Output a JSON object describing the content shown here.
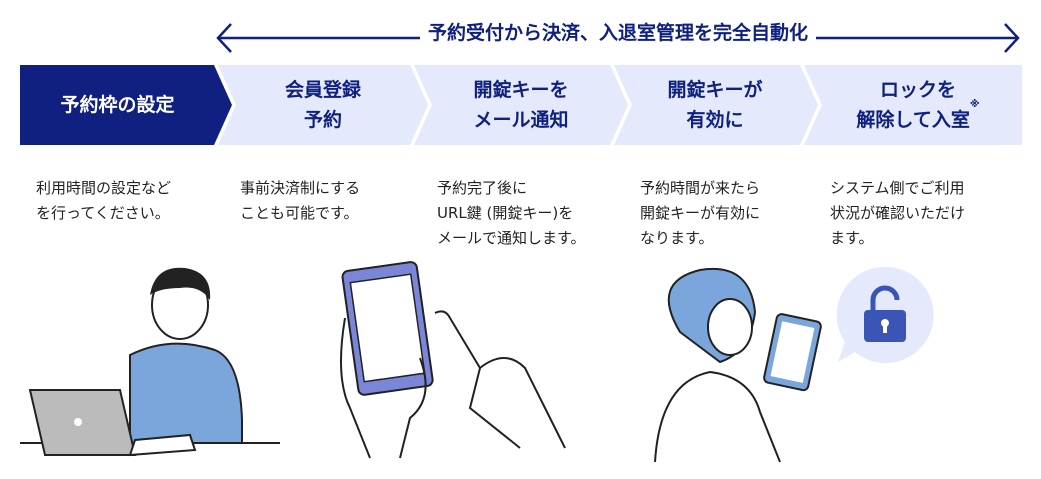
{
  "banner": {
    "text": "予約受付から決済、入退室管理を完全自動化"
  },
  "steps": [
    {
      "label": "予約枠の設定",
      "desc": "利用時間の設定など\nを行ってください。"
    },
    {
      "label": "会員登録\n予約",
      "desc": "事前決済制にする\nことも可能です。"
    },
    {
      "label": "開錠キーを\nメール通知",
      "desc": "予約完了後に\nURL鍵 (開錠キー)を\nメールで通知します。"
    },
    {
      "label": "開錠キーが\n有効に",
      "desc": "予約時間が来たら\n開錠キーが有効に\nなります。"
    },
    {
      "label": "ロックを\n解除して入室",
      "note": "※",
      "desc": "システム側でご利用\n状況が確認いただけ\nます。"
    }
  ],
  "colors": {
    "primary": "#0f2080",
    "light": "#e4e9fb",
    "illustration_blue": "#7ba6dc"
  }
}
